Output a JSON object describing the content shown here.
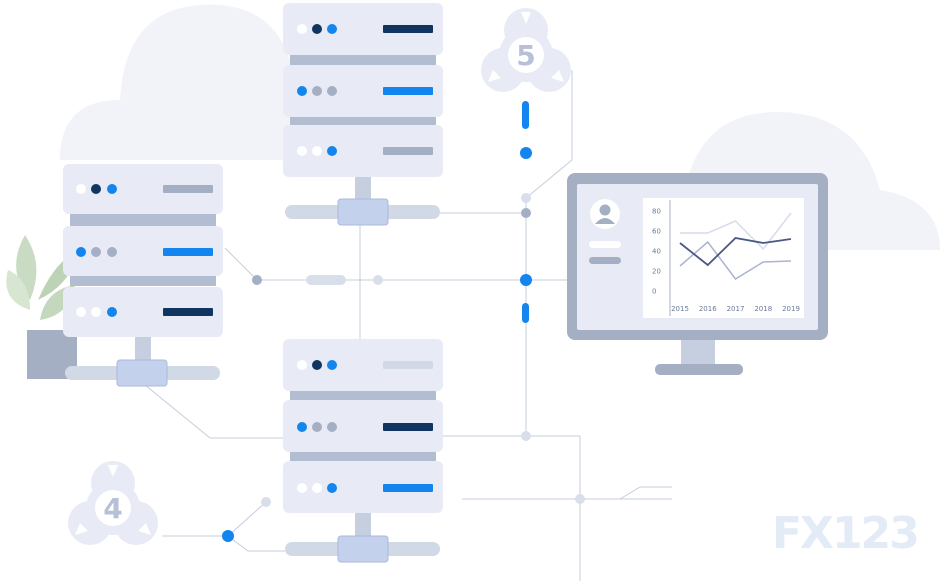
{
  "badges": [
    {
      "number": "5"
    },
    {
      "number": "4"
    }
  ],
  "watermark": "FX123",
  "colors": {
    "panel": "#e8ebf5",
    "panel_dark": "#b3bdd2",
    "blue": "#1485ee",
    "navy": "#0f3560",
    "grey": "#a4afc4",
    "line": "#c5ccdb",
    "cloud": "#f1f3f9"
  },
  "chart_data": {
    "type": "line",
    "x": [
      "2015",
      "2016",
      "2017",
      "2018",
      "2019"
    ],
    "ylim": [
      0,
      80
    ],
    "y_ticks": [
      0,
      20,
      40,
      60,
      80
    ],
    "series": [
      {
        "values": [
          48,
          26,
          53,
          48,
          52
        ]
      },
      {
        "values": [
          25,
          49,
          12,
          29,
          30
        ]
      },
      {
        "values": [
          58,
          58,
          70,
          42,
          78
        ]
      }
    ]
  }
}
